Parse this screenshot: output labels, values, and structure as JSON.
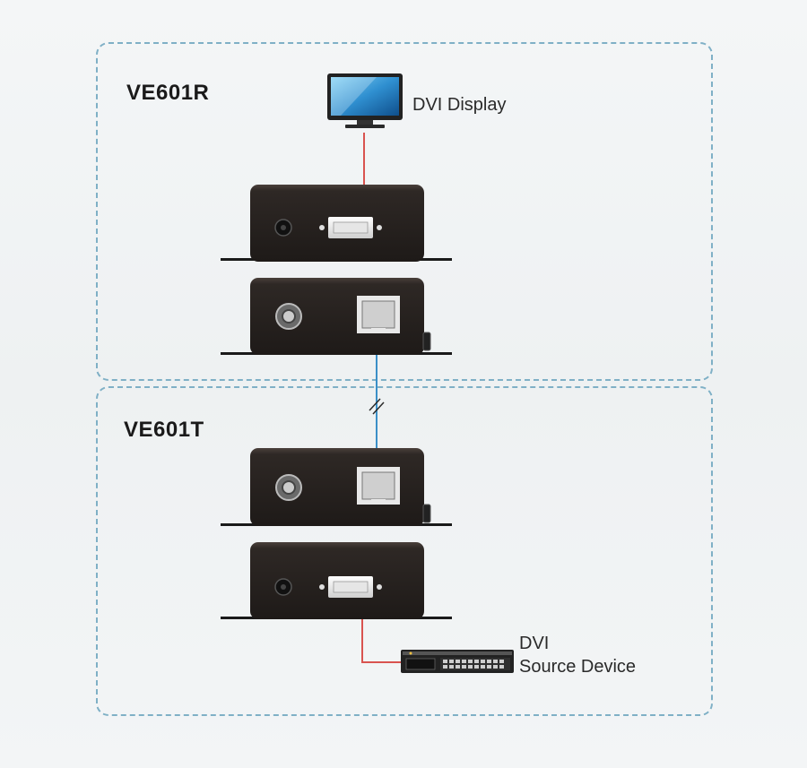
{
  "receiver": {
    "label": "VE601R"
  },
  "transmitter": {
    "label": "VE601T"
  },
  "display": {
    "caption": "DVI Display",
    "icon": "monitor-icon"
  },
  "source": {
    "caption_line1": "DVI",
    "caption_line2": "Source Device",
    "icon": "network-device-icon"
  },
  "colors": {
    "dvi_cable": "#d9534f",
    "rj45_cable": "#3a8fc7",
    "box_border": "#7fb0c6",
    "device_body": "#2b2522"
  }
}
